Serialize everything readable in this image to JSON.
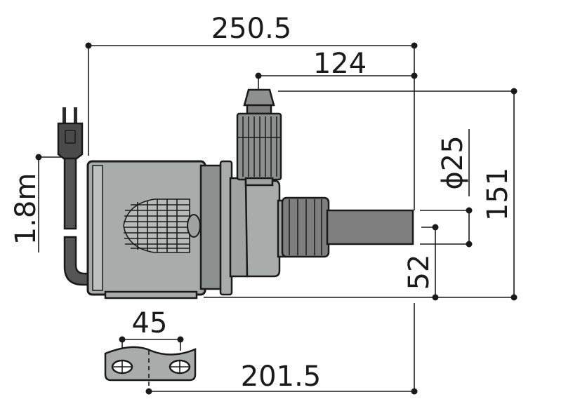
{
  "dimensions": {
    "overall_length": "250.5",
    "outlet_offset": "124",
    "cord_length": "1.8m",
    "pipe_diameter": "ϕ25",
    "total_height": "151",
    "outlet_height": "52",
    "mount_spacing": "45",
    "base_length": "201.5"
  },
  "colors": {
    "body": "#a8acaa",
    "body_dark": "#8c908e",
    "pipe": "#7f7f7f",
    "cord": "#555555",
    "line": "#1a1a1a"
  }
}
